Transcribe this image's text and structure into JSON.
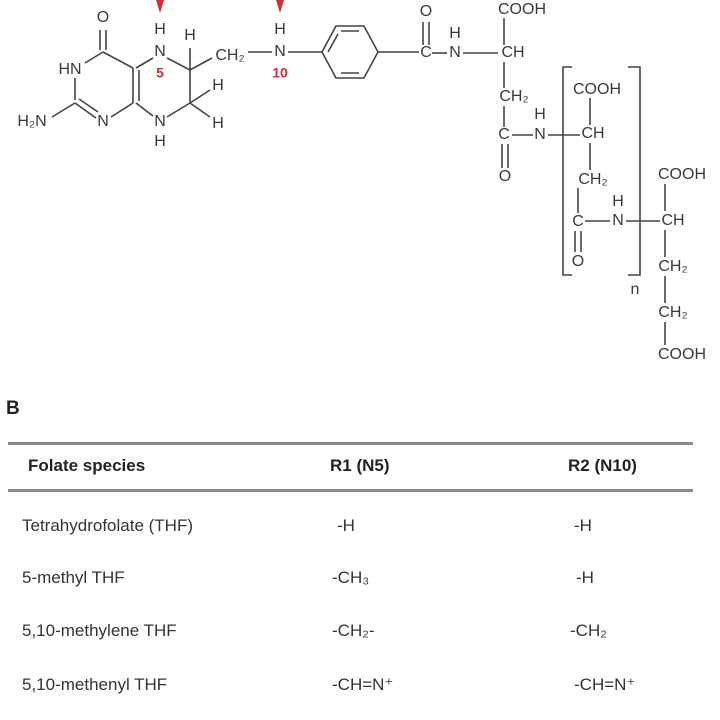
{
  "panel_a": {
    "atoms": [
      "O",
      "HN",
      "H₂N",
      "N",
      "H",
      "N",
      "5",
      "N",
      "H",
      "H",
      "CH₂",
      "H",
      "N",
      "10",
      "H",
      "H",
      "O",
      "C",
      "H",
      "N",
      "COOH",
      "CH",
      "CH₂",
      "C",
      "H",
      "N",
      "O",
      "COOH",
      "CH",
      "CH₂",
      "C",
      "H",
      "N",
      "O",
      "n",
      "COOH",
      "CH",
      "CH₂",
      "CH₂",
      "COOH"
    ]
  },
  "panel_b": {
    "label": "B",
    "headers": [
      "Folate species",
      "R1 (N5)",
      "R2 (N10)"
    ],
    "rows": [
      [
        "Tetrahydrofolate  (THF)",
        "-H",
        "-H"
      ],
      [
        "5-methyl THF",
        "-CH₃",
        "-H"
      ],
      [
        "5,10-methylene  THF",
        "-CH₂-",
        "-CH₂"
      ],
      [
        "5,10-methenyl  THF",
        "-CH=N⁺",
        "-CH=N⁺"
      ]
    ]
  },
  "colors": {
    "marker": "#c8323a",
    "rule": "#8a8a8a"
  }
}
